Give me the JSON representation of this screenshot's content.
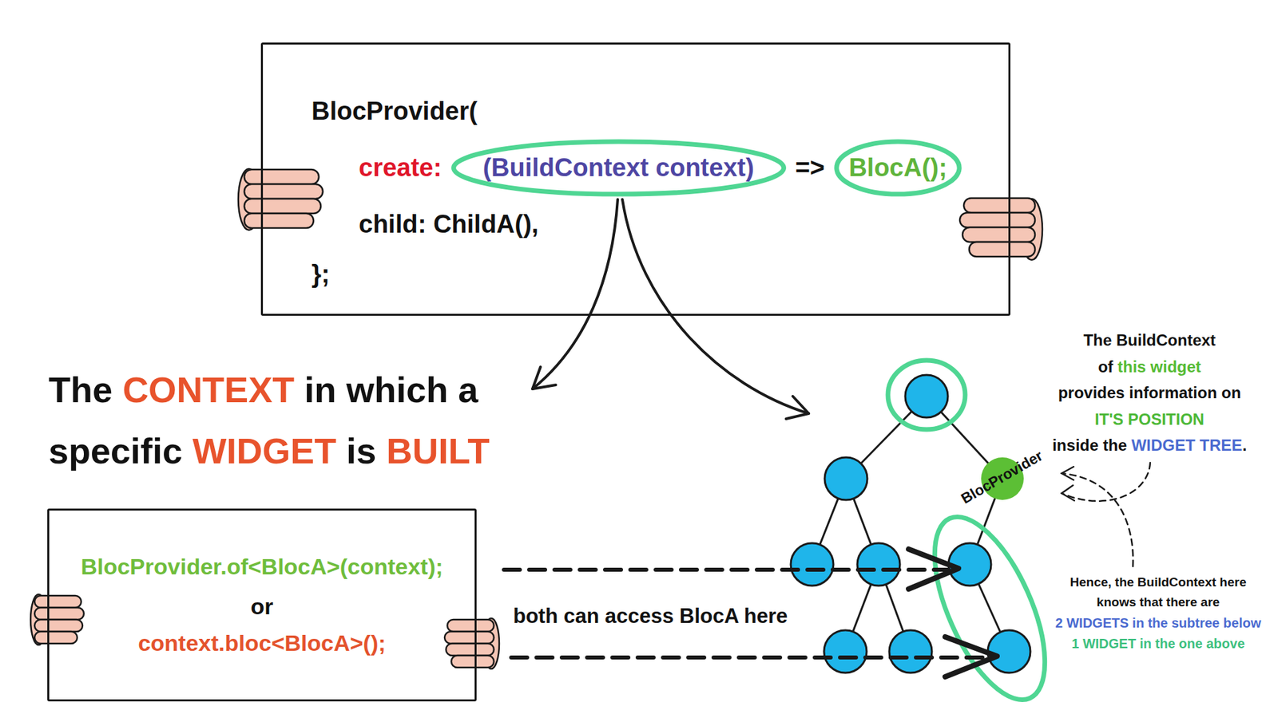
{
  "diagram": {
    "nodes": [
      {
        "text": [
          "BlocProvider(",
          "create:",
          "=>",
          "child: ChildA(),",
          "};"
        ]
      },
      {
        "text": [
          "(BuildContext context)"
        ],
        "in": 0
      },
      {
        "text": [
          "BlocA();"
        ],
        "in": 0
      },
      {
        "text": [
          "BlocProvider.of<BlocA>(context);",
          "or",
          "context.bloc<BlocA>();"
        ]
      }
    ],
    "labels": [
      "The",
      "CONTEXT",
      "in which a",
      "specific",
      "WIDGET",
      "is",
      "BUILT",
      "BlocProvider",
      "both can access BlocA here",
      "The BuildContext",
      "of",
      "this widget",
      "provides information on",
      "IT'S POSITION",
      "inside the",
      "WIDGET TREE",
      ".",
      "Hence, the BuildContext here knows that there are",
      "2 WIDGETS in the subtree below",
      "1 WIDGET in the one above"
    ]
  }
}
